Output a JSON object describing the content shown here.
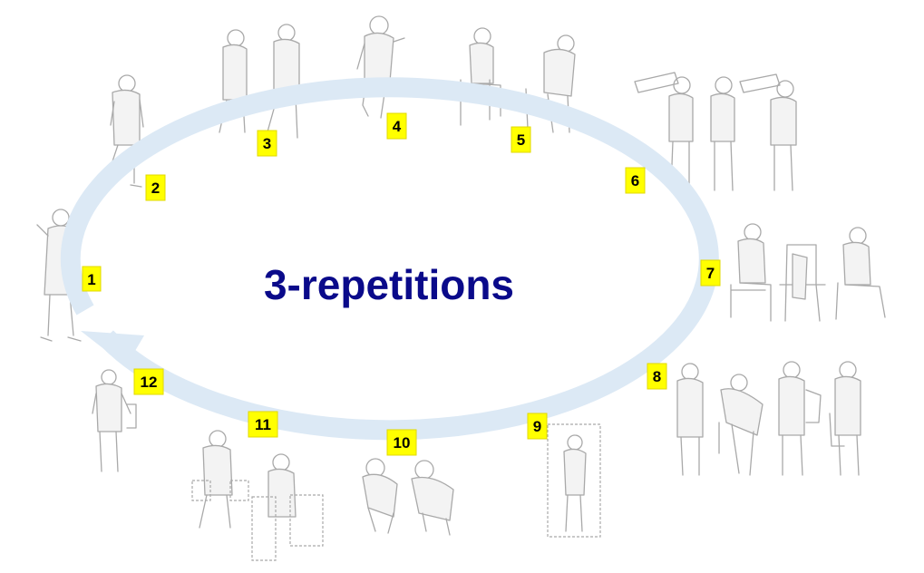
{
  "diagram": {
    "center_label": "3-repetitions",
    "arrow_color": "#dce9f5",
    "badge_color": "#ffff00",
    "text_color": "#0a0a8a",
    "steps": [
      {
        "label": "1"
      },
      {
        "label": "2"
      },
      {
        "label": "3"
      },
      {
        "label": "4"
      },
      {
        "label": "5"
      },
      {
        "label": "6"
      },
      {
        "label": "7"
      },
      {
        "label": "8"
      },
      {
        "label": "9"
      },
      {
        "label": "10"
      },
      {
        "label": "11"
      },
      {
        "label": "12"
      }
    ],
    "figure_icons": [
      "standing-person-icon",
      "walking-person-icon",
      "walking-pair-icon",
      "stepping-person-icon",
      "sitting-chair-icon",
      "telescope-person-icon",
      "sitting-dressing-icon",
      "backpack-person-icon",
      "door-frame-person-icon",
      "shoe-tying-person-icon",
      "carrying-bags-person-icon",
      "standing-bag-person-icon"
    ]
  }
}
